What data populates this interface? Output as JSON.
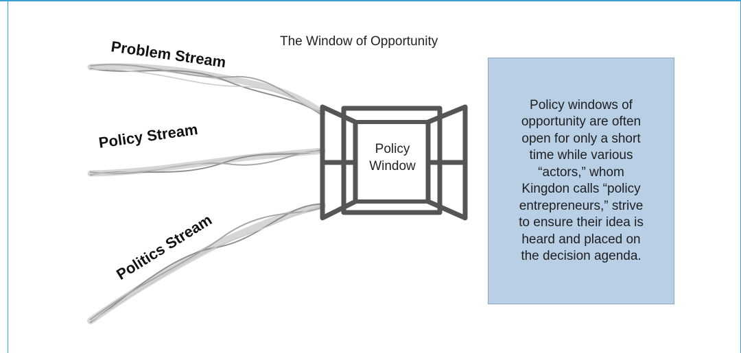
{
  "title": "The Window of Opportunity",
  "streams": {
    "problem": "Problem Stream",
    "policy": "Policy Stream",
    "politics": "Politics Stream"
  },
  "window": {
    "label_lines": [
      "Policy",
      "Window"
    ]
  },
  "callout": {
    "lines": [
      "Policy windows of",
      "opportunity are often",
      "open for only a short",
      "time while various",
      "“actors,” whom",
      "Kingdon calls “policy",
      "entrepreneurs,” strive",
      "to ensure their idea is",
      "heard and placed on",
      "the decision agenda."
    ]
  },
  "colors": {
    "frame": "#3a9fd4",
    "window_stroke": "#555555",
    "callout_fill": "#b8cfe6",
    "stream_gray": "#9a9a9a"
  }
}
